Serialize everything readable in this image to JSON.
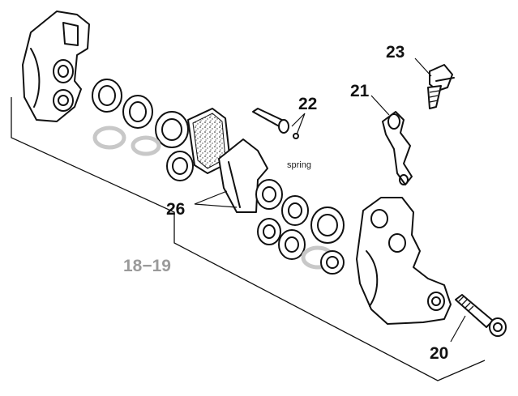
{
  "callouts": {
    "p23": "23",
    "p21": "21",
    "p22": "22",
    "p26": "26",
    "p20": "20",
    "ref": "18−19",
    "spring": "spring"
  }
}
